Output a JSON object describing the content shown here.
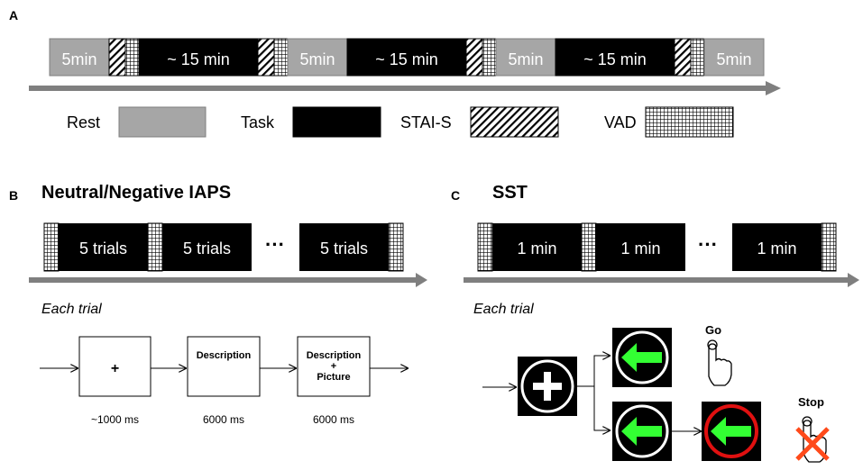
{
  "panels": {
    "a": {
      "letter": "A",
      "segments": [
        {
          "kind": "rest",
          "label": "5min"
        },
        {
          "kind": "stai"
        },
        {
          "kind": "vad"
        },
        {
          "kind": "task",
          "label": "~ 15 min"
        },
        {
          "kind": "stai"
        },
        {
          "kind": "vad"
        },
        {
          "kind": "rest",
          "label": "5min"
        },
        {
          "kind": "task",
          "label": "~ 15 min"
        },
        {
          "kind": "stai"
        },
        {
          "kind": "vad"
        },
        {
          "kind": "rest",
          "label": "5min"
        },
        {
          "kind": "task",
          "label": "~ 15 min"
        },
        {
          "kind": "stai"
        },
        {
          "kind": "vad"
        },
        {
          "kind": "rest",
          "label": "5min"
        }
      ],
      "legend": [
        {
          "kind": "rest",
          "label": "Rest"
        },
        {
          "kind": "task",
          "label": "Task"
        },
        {
          "kind": "stai",
          "label": "STAI-S"
        },
        {
          "kind": "vad",
          "label": "VAD"
        }
      ]
    },
    "b": {
      "letter": "B",
      "title": "Neutral/Negative IAPS",
      "blocks": [
        "5 trials",
        "5 trials",
        "5 trials"
      ],
      "ellipsis": "···",
      "each_trial": "Each trial",
      "trial_boxes": [
        {
          "line1": "+",
          "line2": "",
          "line3": "",
          "duration": "~1000 ms"
        },
        {
          "line1": "Description",
          "line2": "",
          "line3": "",
          "duration": "6000 ms"
        },
        {
          "line1": "Description",
          "line2": "+",
          "line3": "Picture",
          "duration": "6000 ms"
        }
      ]
    },
    "c": {
      "letter": "C",
      "title": "SST",
      "blocks": [
        "1 min",
        "1 min",
        "1 min"
      ],
      "ellipsis": "···",
      "each_trial": "Each trial",
      "go_label": "Go",
      "stop_label": "Stop"
    }
  },
  "colors": {
    "rest": "#a6a6a6",
    "task": "#000000",
    "axis": "#7f7f7f",
    "arrow_green": "#33ff33",
    "stop_red": "#e01010",
    "stop_cross": "#ff4a1a"
  }
}
